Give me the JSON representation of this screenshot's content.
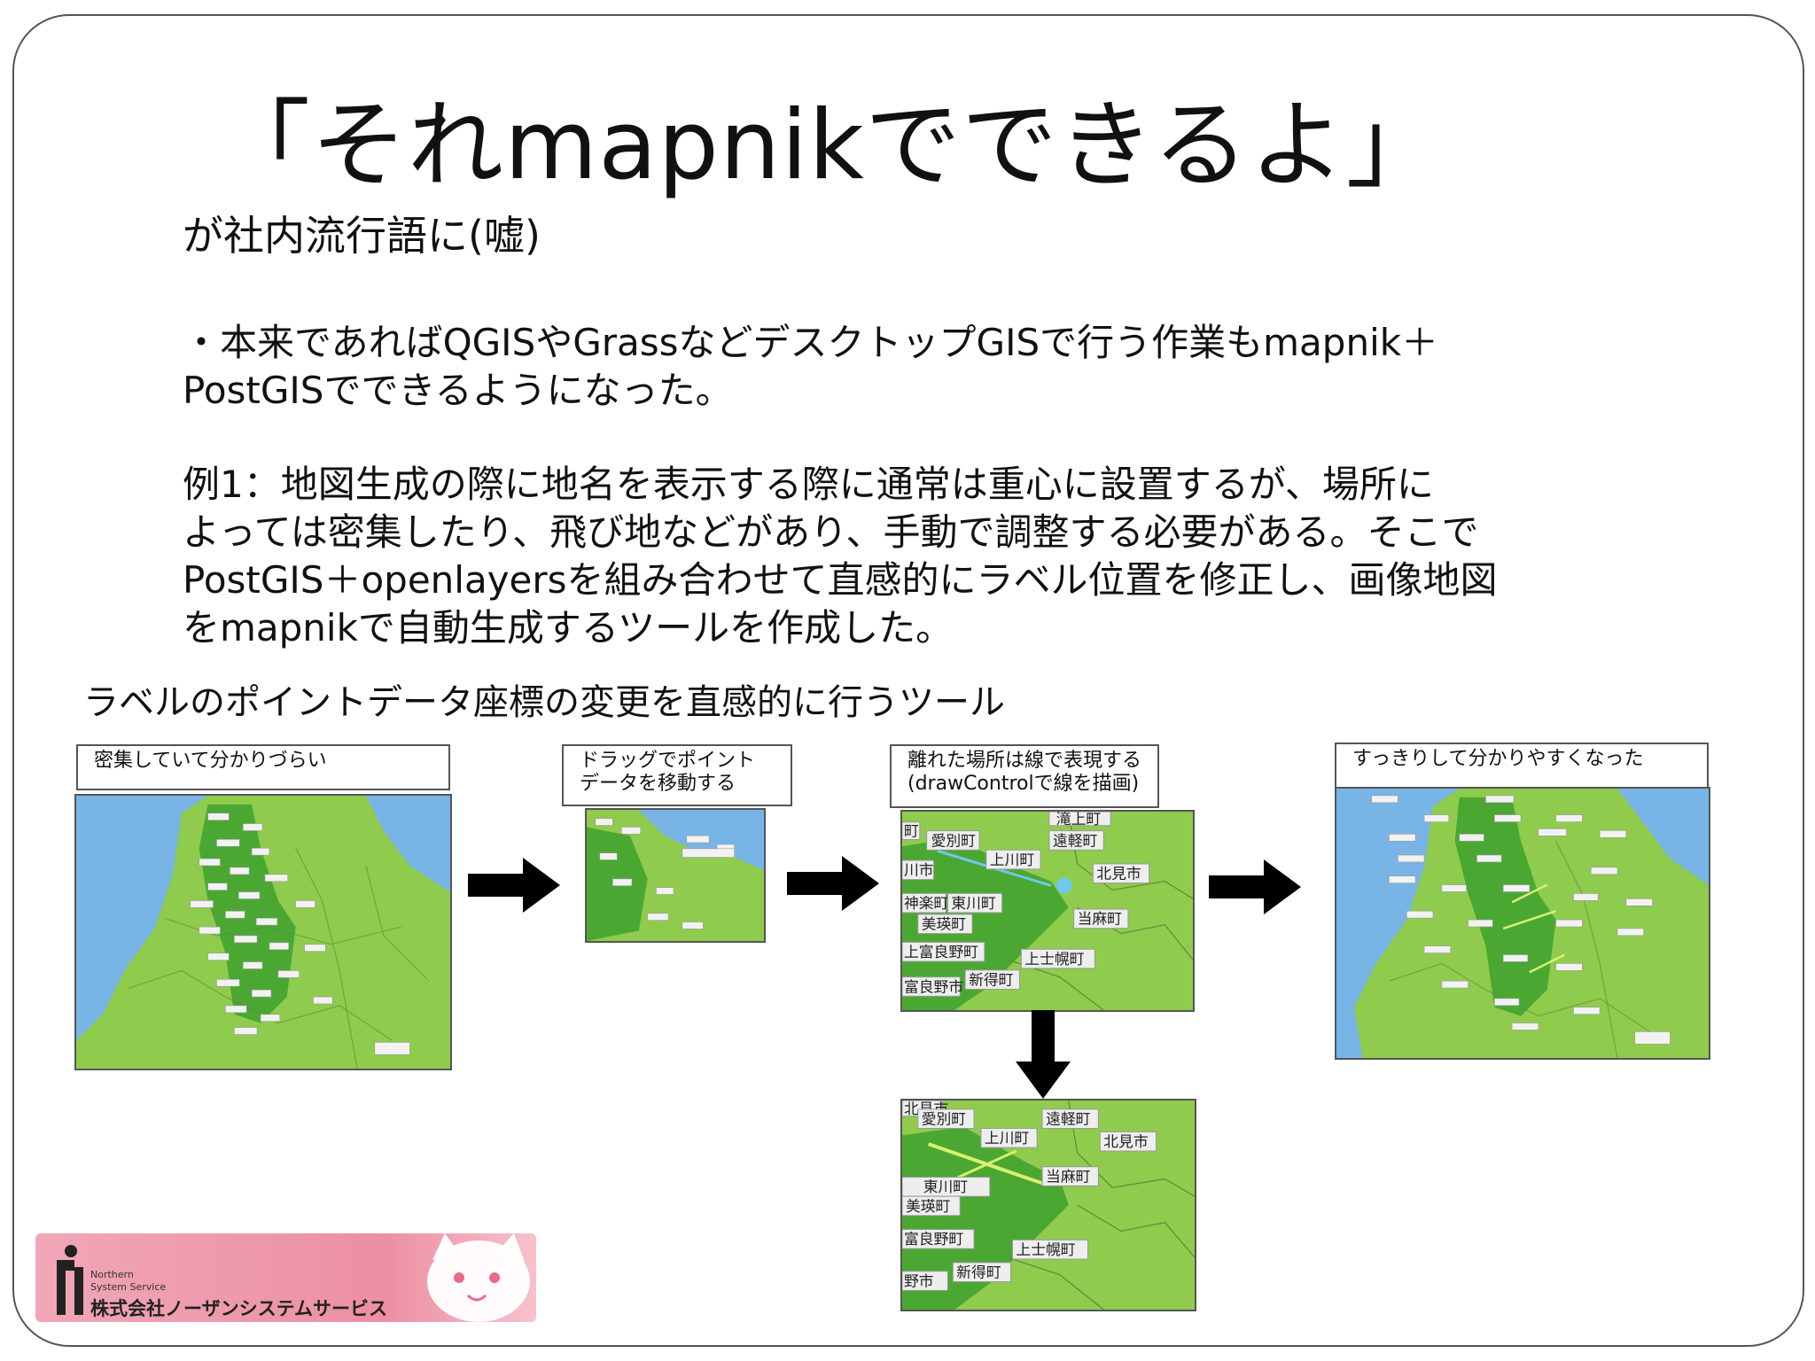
{
  "slide": {
    "title": "「それmapnikでできるよ」",
    "subtitle": "が社内流行語に(嘘)",
    "bullet_line1": "・本来であればQGISやGrassなどデスクトップGISで行う作業もmapnik＋",
    "bullet_line2": "PostGISでできるようになった。",
    "example_line1": "例1：地図生成の際に地名を表示する際に通常は重心に設置するが、場所に",
    "example_line2": "よっては密集したり、飛び地などがあり、手動で調整する必要がある。そこで",
    "example_line3": "PostGIS＋openlayersを組み合わせて直感的にラベル位置を修正し、画像地図",
    "example_line4": "をmapnikで自動生成するツールを作成した。",
    "tool_caption": "ラベルのポイントデータ座標の変更を直感的に行うツール"
  },
  "diagram": {
    "step1_label": "密集していて分かりづらい",
    "step2_label_line1": "ドラッグでポイント",
    "step2_label_line2": "データを移動する",
    "step3_label_line1": "離れた場所は線で表現する",
    "step3_label_line2": "(drawControlで線を描画)",
    "step4_label": "すっきりして分かりやすくなった"
  },
  "map_labels": {
    "zoom_top": [
      "愛別町",
      "上川町",
      "遠軽町",
      "北見市",
      "東川町",
      "美瑛町",
      "当麻町",
      "上富良野町",
      "上士幌町",
      "新得町",
      "富良野市",
      "神楽町",
      "川市",
      "町",
      "滝上町"
    ],
    "zoom_bottom": [
      "愛別町",
      "上川町",
      "遠軽町",
      "北見市",
      "東川町",
      "美瑛町",
      "当麻町",
      "富良野町",
      "上士幌町",
      "新得町",
      "野市",
      "北見市"
    ]
  },
  "footer": {
    "company_name": "株式会社ノーザンシステムサービス",
    "company_en_line1": "Northern",
    "company_en_line2": "System Service"
  },
  "colors": {
    "water": "#78b4e6",
    "land": "#8fcb4d",
    "land_dark": "#4aa832",
    "border": "#555555",
    "logo_pink": "#ec8fa3"
  }
}
